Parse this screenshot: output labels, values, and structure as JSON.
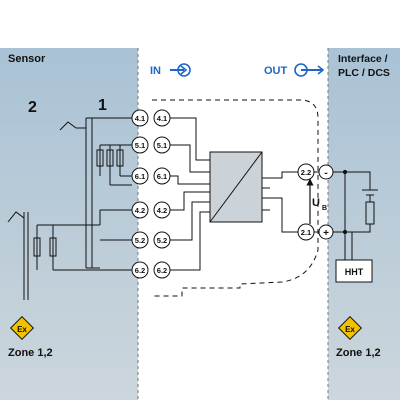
{
  "zones": {
    "sensor": "Sensor",
    "interface_line1": "Interface /",
    "interface_line2": "PLC / DCS",
    "zone_left": "Zone 1,2",
    "zone_right": "Zone 1,2"
  },
  "signals": {
    "in": "IN",
    "out": "OUT"
  },
  "sensor_variants": {
    "two": "2",
    "one": "1"
  },
  "terminals_left": [
    "4.1",
    "5.1",
    "6.1",
    "4.2",
    "5.2",
    "6.2"
  ],
  "terminals_inner": [
    "4.1",
    "5.1",
    "6.1",
    "4.2",
    "5.2",
    "6.2"
  ],
  "terminals_output": [
    "2.2",
    "2.1"
  ],
  "polarity": {
    "minus": "-",
    "plus": "+"
  },
  "supply_label": "U",
  "supply_subscript": "B",
  "hht_label": "HHT",
  "ex_symbol": "Ex",
  "colors": {
    "hazard_zone_top": "#a9c2d5",
    "hazard_zone_bottom": "#c9d6de",
    "safe_zone": "#ffffff",
    "signal_blue": "#1e66c8",
    "ex_yellow": "#f2c200"
  }
}
